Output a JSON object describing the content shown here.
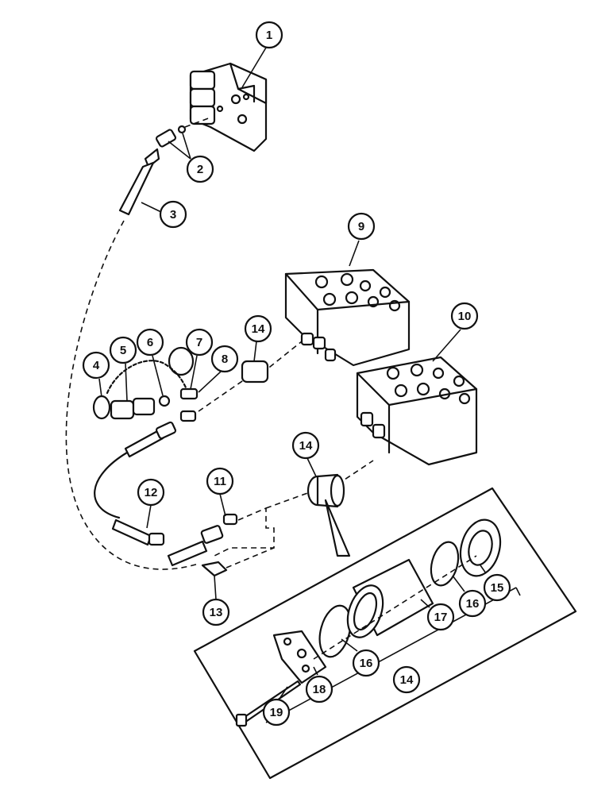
{
  "callouts": [
    {
      "id": "c1",
      "label": "1"
    },
    {
      "id": "c2",
      "label": "2"
    },
    {
      "id": "c3",
      "label": "3"
    },
    {
      "id": "c4",
      "label": "4"
    },
    {
      "id": "c5",
      "label": "5"
    },
    {
      "id": "c6",
      "label": "6"
    },
    {
      "id": "c7",
      "label": "7"
    },
    {
      "id": "c8",
      "label": "8"
    },
    {
      "id": "c9",
      "label": "9"
    },
    {
      "id": "c10",
      "label": "10"
    },
    {
      "id": "c11",
      "label": "11"
    },
    {
      "id": "c12",
      "label": "12"
    },
    {
      "id": "c13",
      "label": "13"
    },
    {
      "id": "c14a",
      "label": "14"
    },
    {
      "id": "c14b",
      "label": "14"
    },
    {
      "id": "c14c",
      "label": "14"
    },
    {
      "id": "c15",
      "label": "15"
    },
    {
      "id": "c16a",
      "label": "16"
    },
    {
      "id": "c16b",
      "label": "16"
    },
    {
      "id": "c17",
      "label": "17"
    },
    {
      "id": "c18",
      "label": "18"
    },
    {
      "id": "c19",
      "label": "19"
    }
  ],
  "colors": {
    "ink": "#111111",
    "paper": "#ffffff"
  }
}
